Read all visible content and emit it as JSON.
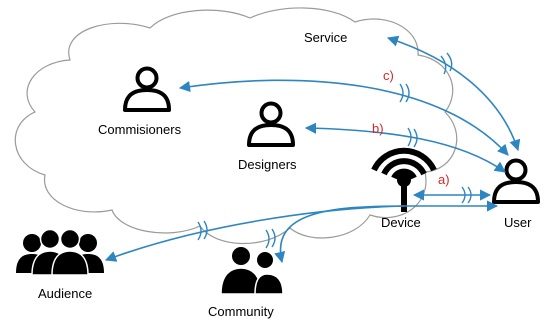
{
  "diagram": {
    "cloud_label": "Service",
    "actors": {
      "commissioners": {
        "label": "Commisioners",
        "icon": "person-outline-icon"
      },
      "designers": {
        "label": "Designers",
        "icon": "person-outline-icon"
      },
      "device": {
        "label": "Device",
        "icon": "wireless-device-icon"
      },
      "user": {
        "label": "User",
        "icon": "person-outline-icon"
      },
      "audience": {
        "label": "Audience",
        "icon": "group-icon"
      },
      "community": {
        "label": "Community",
        "icon": "group-icon"
      }
    },
    "connection_labels": {
      "a": "a)",
      "b": "b)",
      "c": "c)"
    },
    "colors": {
      "arrow": "#2e86c1",
      "marker": "#d62728",
      "ink": "#000000"
    }
  }
}
